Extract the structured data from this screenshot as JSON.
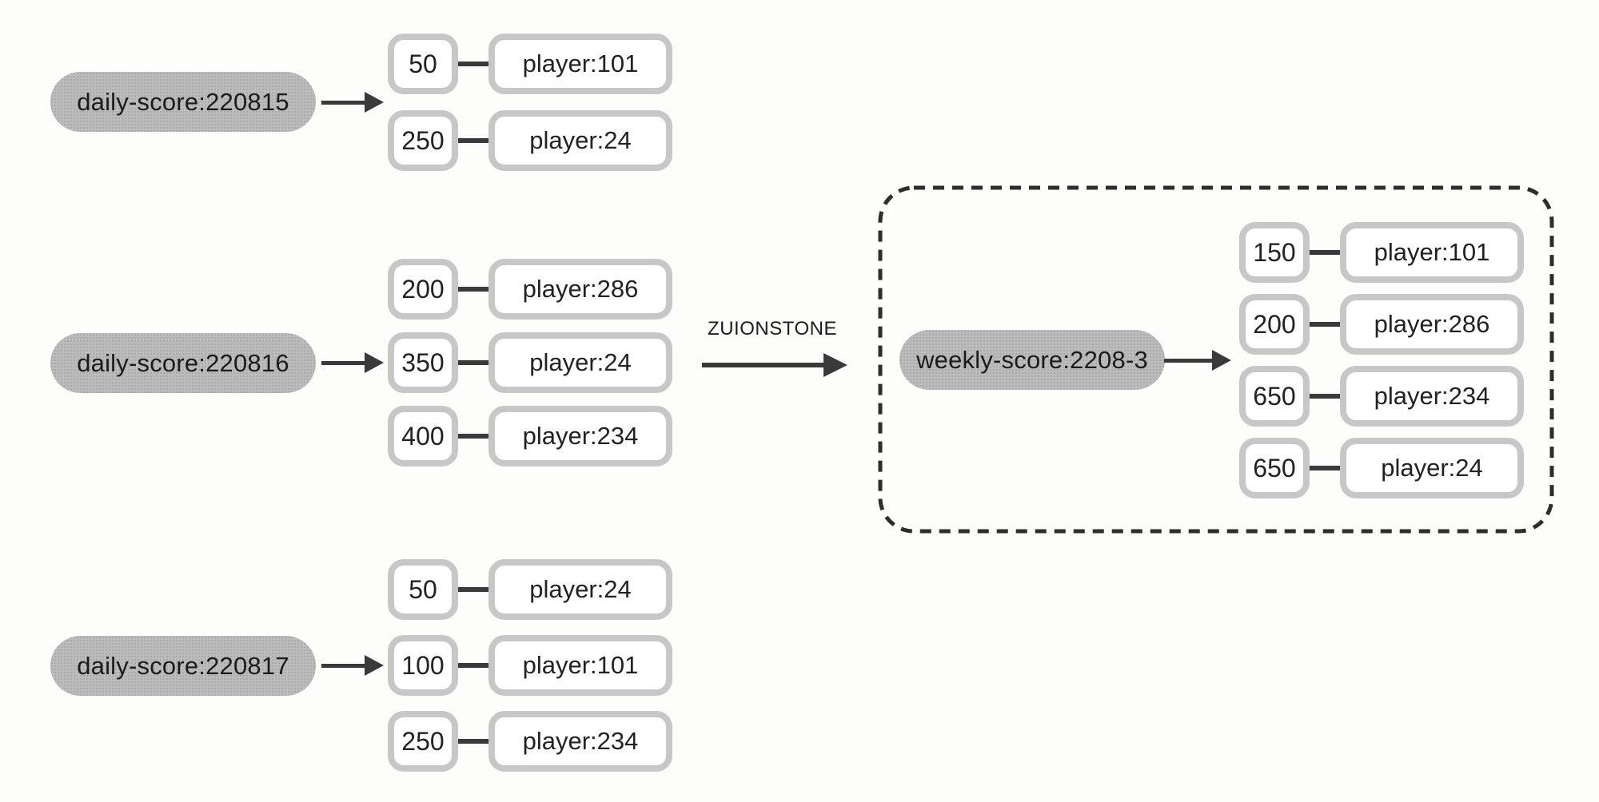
{
  "diagram": {
    "operation_label": "ZUIONSTONE",
    "daily_sets": [
      {
        "key": "daily-score:220815",
        "members": [
          {
            "score": "50",
            "member": "player:101"
          },
          {
            "score": "250",
            "member": "player:24"
          }
        ]
      },
      {
        "key": "daily-score:220816",
        "members": [
          {
            "score": "200",
            "member": "player:286"
          },
          {
            "score": "350",
            "member": "player:24"
          },
          {
            "score": "400",
            "member": "player:234"
          }
        ]
      },
      {
        "key": "daily-score:220817",
        "members": [
          {
            "score": "50",
            "member": "player:24"
          },
          {
            "score": "100",
            "member": "player:101"
          },
          {
            "score": "250",
            "member": "player:234"
          }
        ]
      }
    ],
    "result_set": {
      "key": "weekly-score:2208-3",
      "members": [
        {
          "score": "150",
          "member": "player:101"
        },
        {
          "score": "200",
          "member": "player:286"
        },
        {
          "score": "650",
          "member": "player:234"
        },
        {
          "score": "650",
          "member": "player:24"
        }
      ]
    },
    "colors": {
      "pill_bg": "#bcbcbc",
      "box_border": "#c7c7c7",
      "line": "#3a3a3a",
      "text": "#1d1d1d"
    }
  }
}
